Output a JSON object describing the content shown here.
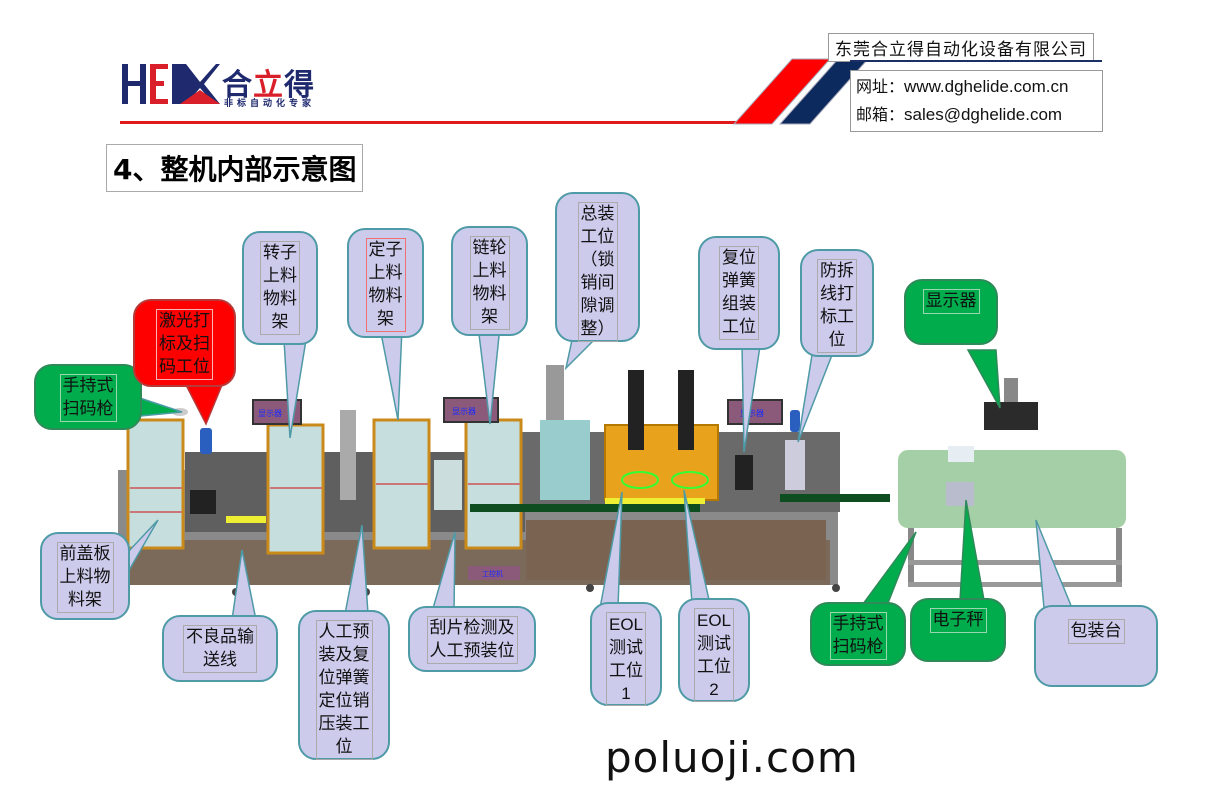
{
  "header": {
    "brand_cn": [
      "合",
      "立",
      "得"
    ],
    "brand_tagline": "非标自动化专家",
    "company_name": "东莞合立得自动化设备有限公司",
    "website_label": "网址：",
    "website": "www.dghelide.com.cn",
    "email_label": "邮箱：",
    "email": "sales@dghelide.com",
    "colors": {
      "brand_blue": "#1f2a6e",
      "brand_red": "#d9202a",
      "stripe_red": "#ff0000",
      "stripe_navy": "#0d2a5e"
    }
  },
  "page_title": "4、整机内部示意图",
  "callouts": [
    {
      "id": "handheld-scanner-left",
      "text": "手持式\n扫码枪",
      "color": "green"
    },
    {
      "id": "laser-marking",
      "text": "激光打\n标及扫\n码工位",
      "color": "red"
    },
    {
      "id": "rotor-rack",
      "text": "转子\n上料\n物料\n架",
      "color": "lavender"
    },
    {
      "id": "stator-rack",
      "text": "定子\n上料\n物料\n架",
      "color": "lavender"
    },
    {
      "id": "sprocket-rack",
      "text": "链轮\n上料\n物料\n架",
      "color": "lavender"
    },
    {
      "id": "final-assembly",
      "text": "总装\n工位\n（锁\n销间\n隙调\n整）",
      "color": "lavender"
    },
    {
      "id": "spring-assembly",
      "text": "复位\n弹簧\n组装\n工位",
      "color": "lavender"
    },
    {
      "id": "anti-tamper-marking",
      "text": "防拆\n线打\n标工\n位",
      "color": "lavender"
    },
    {
      "id": "display",
      "text": "显示器",
      "color": "green"
    },
    {
      "id": "front-cover-rack",
      "text": "前盖板\n上料物\n料架",
      "color": "lavender"
    },
    {
      "id": "reject-conveyor",
      "text": "不良品输\n送线",
      "color": "lavender"
    },
    {
      "id": "manual-preassembly",
      "text": "人工预\n装及复\n位弹簧\n定位销\n压装工\n位",
      "color": "lavender"
    },
    {
      "id": "scraper-inspection",
      "text": "刮片检测及\n人工预装位",
      "color": "lavender"
    },
    {
      "id": "eol-test-1",
      "text": "EOL\n测试\n工位\n1",
      "color": "lavender"
    },
    {
      "id": "eol-test-2",
      "text": "EOL\n测试\n工位\n2",
      "color": "lavender"
    },
    {
      "id": "handheld-scanner-right",
      "text": "手持式\n扫码枪",
      "color": "green"
    },
    {
      "id": "electronic-scale",
      "text": "电子秤",
      "color": "green"
    },
    {
      "id": "packing-table",
      "text": "包装台",
      "color": "lavender"
    }
  ],
  "machine_labels": {
    "screen": "显示器",
    "workstation": "工控机"
  },
  "colors": {
    "lavender": "#cccbec",
    "green": "#00ac4c",
    "red": "#ff0000",
    "border": "#4e9aa6"
  },
  "watermark": "poluoji.com"
}
